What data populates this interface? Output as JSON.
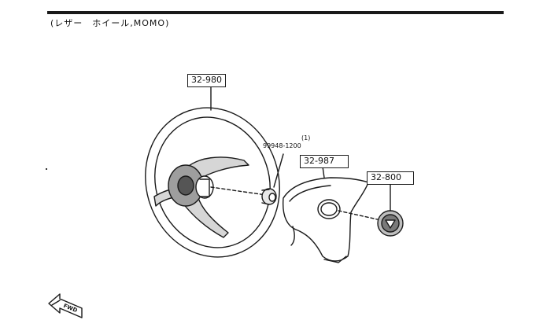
{
  "header": {
    "title": "(レザー　ホイール,MOMO)"
  },
  "parts": [
    {
      "id": "steering-wheel",
      "number": "32-980"
    },
    {
      "id": "nut",
      "number": "99948-1200",
      "quantity": "(1)"
    },
    {
      "id": "horn-pad",
      "number": "32-987"
    },
    {
      "id": "horn-button",
      "number": "32-800"
    }
  ],
  "direction": {
    "label": "FWD"
  }
}
